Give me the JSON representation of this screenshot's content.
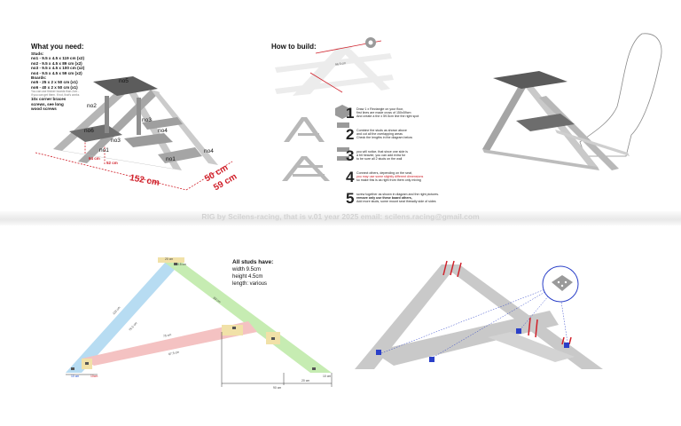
{
  "what_you_need": {
    "title": "What you need:",
    "lines": [
      "Studs:",
      "no1 - 9.5 x 4.5 x 119 cm (x2)",
      "no2 - 9.5 x 4.5 x 89 cm (x2)",
      "no3 - 9.5 x 4.5 x 100 cm (x2)",
      "no4 - 9.5 x 4.5 x 59 cm (x2)",
      "Boards:",
      "no5 - 25 x 2 x 50 cm (x1)",
      "no6 - 40 x 2 x 50 cm (x1)",
      "You can use thicker boards than 2cm -",
      "if you can get them. If not, that's works",
      "",
      "10x corner braces",
      "screws, see long",
      "wood screws"
    ]
  },
  "rig_labels": {
    "no1a": "no1",
    "no1b": "no1",
    "no2": "no2",
    "no3a": "no3",
    "no3b": "no3",
    "no4a": "no4",
    "no4b": "no4",
    "no5": "no5",
    "no6": "no6"
  },
  "dimensions": {
    "length": "152 cm",
    "depth": "50 cm",
    "height_back": "59 cm",
    "small_a": "64 cm",
    "small_b": "52 cm"
  },
  "how_to_build": {
    "title": "How to build:",
    "measure": "96.5 cm",
    "steps": [
      {
        "num": "1",
        "lines": [
          "Draw 1 x Rectangle on your floor,",
          "first lines are made cross of 150x59cm",
          "And create a the x 59.5cm line the right spot"
        ]
      },
      {
        "num": "2",
        "lines": [
          "Combine the studs as shown above",
          "and cut all the overlapping areas",
          "Check the lengths in the diagram below"
        ]
      },
      {
        "num": "3",
        "lines": [
          "you will notice, that since one side is",
          "a bit heavier, you can add extra for",
          "to be sure all 2 studs on the wall"
        ]
      },
      {
        "num": "4",
        "lines": [
          "Connect others, depending on the seat,",
          "you may use some slightly different dimensions",
          "so make this is as right from them only mixing"
        ]
      },
      {
        "num": "5",
        "lines": [
          "screw together as shown in diagram and the right pictures.",
          "remove only use these board others,",
          "Add more studs, some mount seat threadly side of sides"
        ]
      }
    ]
  },
  "footer": "RIG by Scilens-racing, that is v.01 year 2025  email: scilens.racing@gmail.com",
  "studs_info": {
    "title": "All studs have:",
    "width": "width 9.5cm",
    "height": "height 4.5cm",
    "length": "length: various"
  },
  "plan_labels": {
    "top_gap": "20 cm",
    "top_gap2": "10.5 cm",
    "blue_len": "119 cm",
    "blue_inner": "76.5 cm",
    "green_len": "89 cm",
    "red_len": "75 cm",
    "red_inner": "67.5 cm",
    "base_left": "10 cm",
    "base_left2": "10cm",
    "base_right": "20 cm",
    "base_right2": "10 cm",
    "total": "90 cm"
  },
  "colors": {
    "wood": "#c9c9c9",
    "wood_dark": "#a9a9a9",
    "accent_red": "#d0202a",
    "blue_stud": "#b7dcf2",
    "green_stud": "#c6ecb2",
    "red_stud": "#f4c2c2",
    "bracket_blue": "#2a3fc8"
  }
}
